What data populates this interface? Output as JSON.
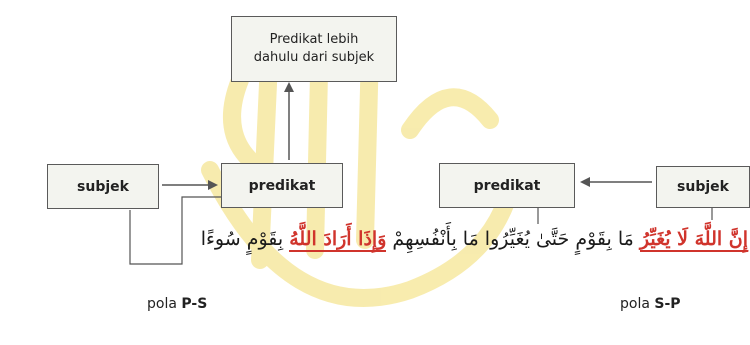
{
  "top_box": {
    "line1": "Predikat   lebih",
    "line2": "dahulu dari subjek"
  },
  "left_group": {
    "subject_label": "subjek",
    "predicate_label": "predikat"
  },
  "right_group": {
    "predicate_label": "predikat",
    "subject_label": "subjek"
  },
  "verse": {
    "part1": "إِنَّ اللَّهَ لَا يُغَيِّرُ",
    "part2": " مَا بِقَوْمٍ حَتَّىٰ يُغَيِّرُوا مَا بِأَنْفُسِهِمْ ",
    "part3": "وَإِذَا أَرَادَ اللَّهُ",
    "part4": " بِقَوْمٍ سُوءًا"
  },
  "pola_left": {
    "prefix": "pola ",
    "value": "P-S"
  },
  "pola_right": {
    "prefix": "pola ",
    "value": "S-P"
  },
  "colors": {
    "highlight_text": "#d0342c",
    "box_fill": "#f3f4ef",
    "box_border": "#5a5a5a",
    "line": "#555555",
    "watermark": "#f6e79a"
  }
}
